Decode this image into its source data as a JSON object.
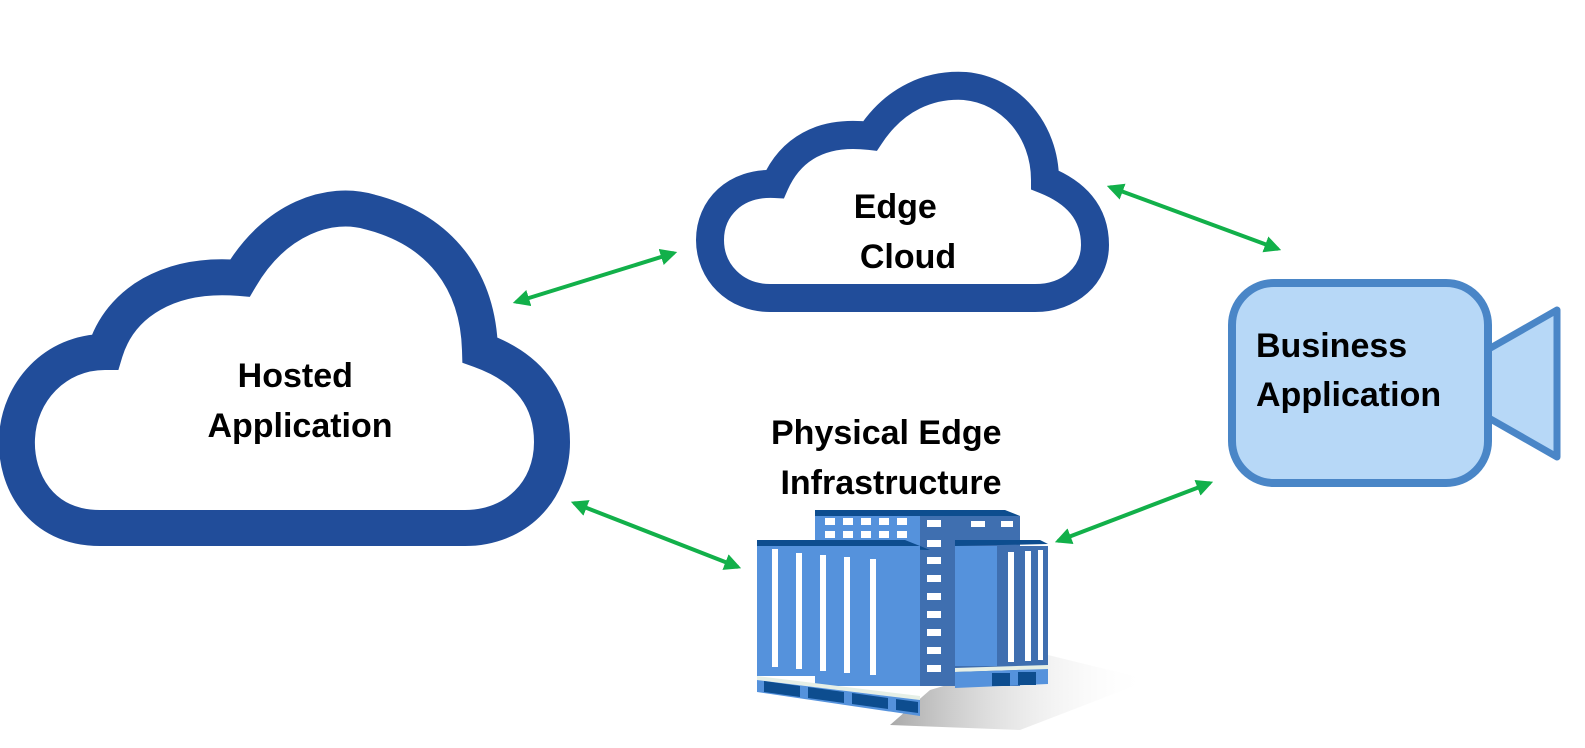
{
  "diagram": {
    "title": "",
    "colors": {
      "cloud_stroke": "#214d9a",
      "arrow": "#12b04a",
      "device_fill": "#b7d8f7",
      "device_stroke": "#4a86c7",
      "building_light": "#5592dc",
      "building_dark": "#3f6fb0",
      "building_base": "#0d4d8f"
    },
    "nodes": [
      {
        "id": "hosted-application",
        "shape": "cloud",
        "lines": [
          "Hosted",
          "Application"
        ]
      },
      {
        "id": "edge-cloud",
        "shape": "cloud",
        "lines": [
          "Edge",
          "Cloud"
        ]
      },
      {
        "id": "physical-edge-infrastructure",
        "shape": "building",
        "lines": [
          "Physical Edge",
          "Infrastructure"
        ]
      },
      {
        "id": "business-application",
        "shape": "video-camera",
        "lines": [
          "Business",
          "Application"
        ]
      }
    ],
    "edges": [
      {
        "from": "hosted-application",
        "to": "edge-cloud",
        "direction": "bidirectional"
      },
      {
        "from": "edge-cloud",
        "to": "business-application",
        "direction": "bidirectional"
      },
      {
        "from": "hosted-application",
        "to": "physical-edge-infrastructure",
        "direction": "bidirectional"
      },
      {
        "from": "physical-edge-infrastructure",
        "to": "business-application",
        "direction": "bidirectional"
      }
    ]
  }
}
